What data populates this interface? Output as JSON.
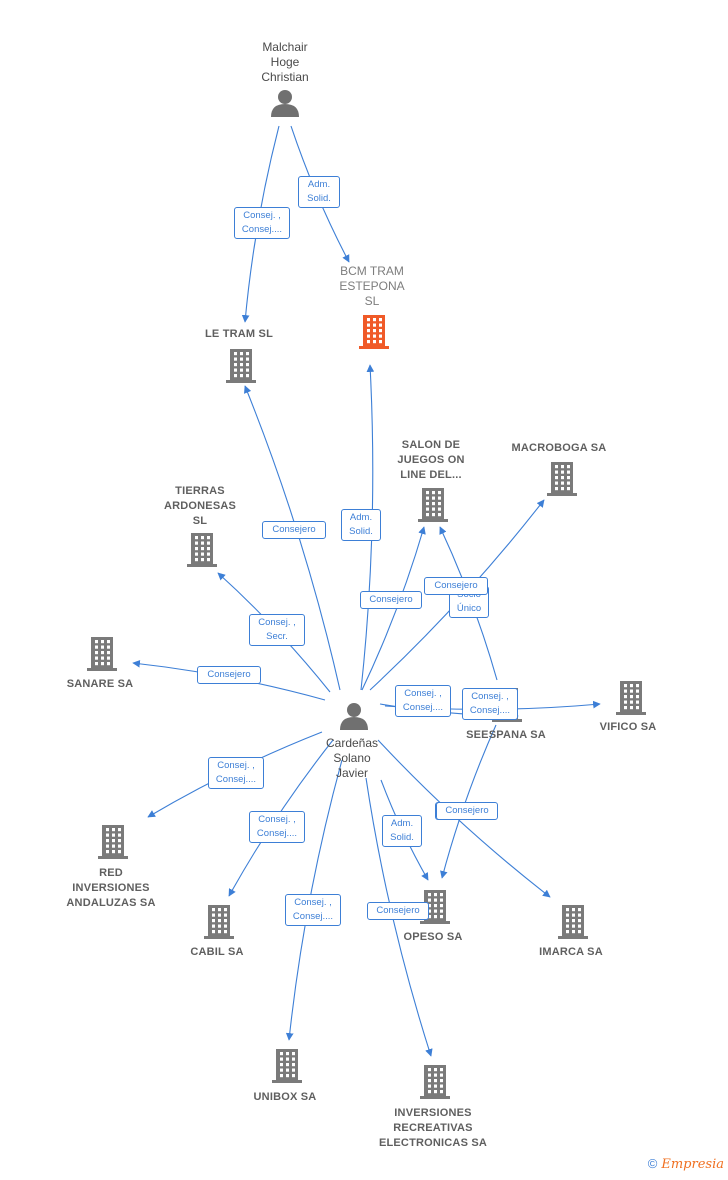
{
  "colors": {
    "edge": "#3d7fd6",
    "company": "#7a7a7a",
    "target": "#f05a28",
    "person": "#707070"
  },
  "nodes": [
    {
      "id": "malchair",
      "type": "person",
      "label": "Malchair\nHoge\nChristian"
    },
    {
      "id": "bcm",
      "type": "target",
      "label": "BCM TRAM\nESTEPONA\nSL"
    },
    {
      "id": "letram",
      "type": "company",
      "label": "LE TRAM  SL"
    },
    {
      "id": "salon",
      "type": "company",
      "label": "SALON DE\nJUEGOS ON\nLINE DEL..."
    },
    {
      "id": "macroboga",
      "type": "company",
      "label": "MACROBOGA SA"
    },
    {
      "id": "tierras",
      "type": "company",
      "label": "TIERRAS\nARDONESAS\nSL"
    },
    {
      "id": "sanare",
      "type": "company",
      "label": "SANARE SA"
    },
    {
      "id": "cardenas",
      "type": "person",
      "label": "Cardeñas\nSolano\nJavier"
    },
    {
      "id": "seespana",
      "type": "company",
      "label": "SEESPANA SA"
    },
    {
      "id": "vifico",
      "type": "company",
      "label": "VIFICO SA"
    },
    {
      "id": "red",
      "type": "company",
      "label": "RED\nINVERSIONES\nANDALUZAS SA"
    },
    {
      "id": "cabil",
      "type": "company",
      "label": "CABIL SA"
    },
    {
      "id": "opeso",
      "type": "company",
      "label": "OPESO SA"
    },
    {
      "id": "imarca",
      "type": "company",
      "label": "IMARCA SA"
    },
    {
      "id": "unibox",
      "type": "company",
      "label": "UNIBOX SA"
    },
    {
      "id": "inversiones",
      "type": "company",
      "label": "INVERSIONES\nRECREATIVAS\nELECTRONICAS SA"
    }
  ],
  "edges": [
    {
      "from": "malchair",
      "to": "letram",
      "label": "Consej. ,\nConsej...."
    },
    {
      "from": "malchair",
      "to": "bcm",
      "label": "Adm.\nSolid."
    },
    {
      "from": "cardenas",
      "to": "letram",
      "label": "Consejero"
    },
    {
      "from": "cardenas",
      "to": "bcm",
      "label": "Adm.\nSolid."
    },
    {
      "from": "cardenas",
      "to": "tierras",
      "label": "Consej. ,\nSecr."
    },
    {
      "from": "cardenas",
      "to": "sanare",
      "label": "Consejero"
    },
    {
      "from": "cardenas",
      "to": "salon",
      "label": "Consejero"
    },
    {
      "from": "seespana",
      "to": "salon",
      "label": "Socio\nÚnico"
    },
    {
      "from": "cardenas",
      "to": "macroboga",
      "label": "Consejero"
    },
    {
      "from": "cardenas",
      "to": "seespana",
      "label": "Consej. ,\nConsej...."
    },
    {
      "from": "cardenas",
      "to": "vifico",
      "label": "Consej. ,\nConsej...."
    },
    {
      "from": "cardenas",
      "to": "red",
      "label": "Consej. ,\nConsej...."
    },
    {
      "from": "cardenas",
      "to": "cabil",
      "label": "Consej. ,\nConsej...."
    },
    {
      "from": "cardenas",
      "to": "opeso",
      "label": "Adm.\nSolid."
    },
    {
      "from": "seespana",
      "to": "opeso",
      "label": "Consejero"
    },
    {
      "from": "cardenas",
      "to": "imarca",
      "label": "Consejero"
    },
    {
      "from": "cardenas",
      "to": "unibox",
      "label": "Consej. ,\nConsej...."
    },
    {
      "from": "cardenas",
      "to": "inversiones",
      "label": "Consejero"
    }
  ],
  "watermark": {
    "copyright": "©",
    "brand": "Empresia"
  }
}
